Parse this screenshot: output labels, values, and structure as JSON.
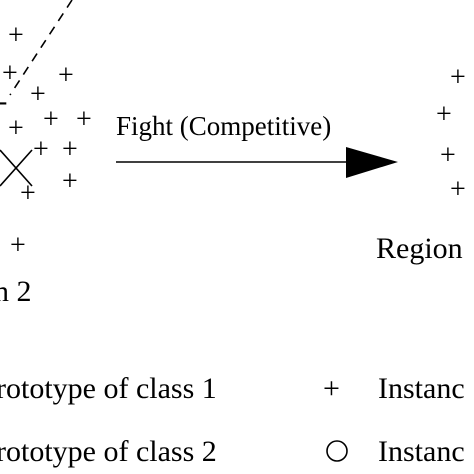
{
  "diagram": {
    "arrow_label": "Fight (Competitive)",
    "left_region_label_fragment": "n 2",
    "right_region_label_fragment": "Region",
    "legend": {
      "prototype_class_1": "rototype of class 1",
      "prototype_class_2": "rototype of class 2",
      "instance_plus": "Instanc",
      "instance_circle": "Instanc"
    },
    "symbols": {
      "plus": "+",
      "minus": "-"
    }
  }
}
